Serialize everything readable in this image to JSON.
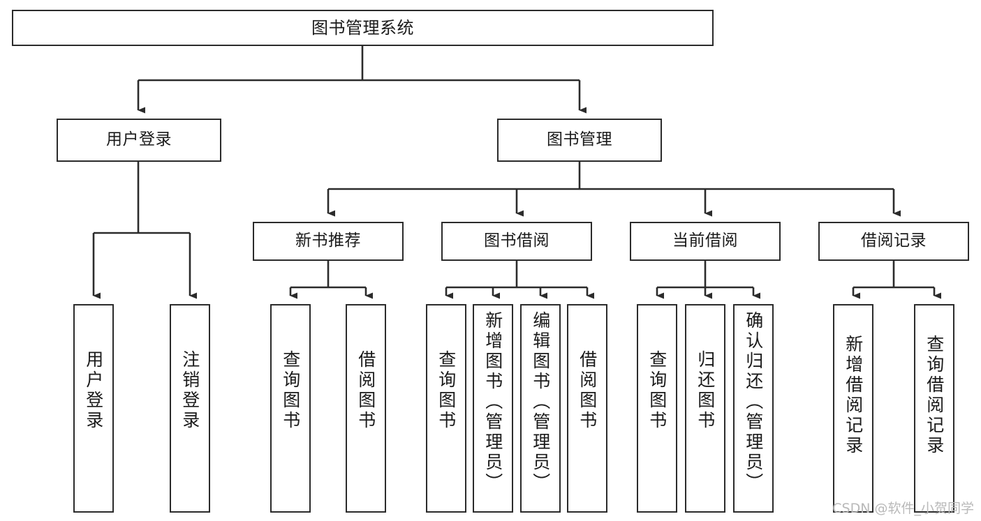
{
  "diagram": {
    "type": "tree-hierarchy",
    "title": "图书管理系统",
    "watermark": "CSDN @软件_小贺同学",
    "colors": {
      "box_border": "#2b2b2b",
      "box_fill": "#ffffff",
      "connector": "#2b2b2b",
      "text": "#1a1a1a",
      "watermark": "#b9b9b9",
      "background": "#ffffff"
    },
    "root": {
      "label": "图书管理系统"
    },
    "level1": [
      {
        "label": "用户登录"
      },
      {
        "label": "图书管理"
      }
    ],
    "level2": [
      {
        "label": "新书推荐"
      },
      {
        "label": "图书借阅"
      },
      {
        "label": "当前借阅"
      },
      {
        "label": "借阅记录"
      }
    ],
    "leaves": {
      "user_login": [
        {
          "label": "用户登录"
        },
        {
          "label": "注销登录"
        }
      ],
      "new_book": [
        {
          "label": "查询图书"
        },
        {
          "label": "借阅图书"
        }
      ],
      "book_borrow": [
        {
          "label": "查询图书"
        },
        {
          "label": "新增图书（管理员）"
        },
        {
          "label": "编辑图书（管理员）"
        },
        {
          "label": "借阅图书"
        }
      ],
      "current_borrow": [
        {
          "label": "查询图书"
        },
        {
          "label": "归还图书"
        },
        {
          "label": "确认归还（管理员）"
        }
      ],
      "borrow_record": [
        {
          "label": "新增借阅记录"
        },
        {
          "label": "查询借阅记录"
        }
      ]
    }
  }
}
